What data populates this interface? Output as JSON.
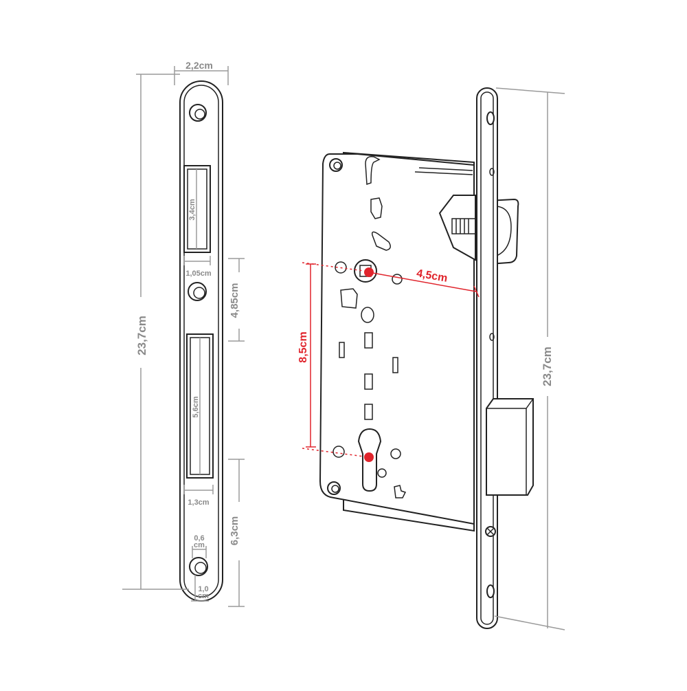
{
  "strike_plate": {
    "width_label": "2,2cm",
    "height_label": "23,7cm",
    "upper_slot_height_label": "3,4cm",
    "upper_slot_width_label": "1,05cm",
    "between_label": "4,85cm",
    "lower_slot_height_label": "5,6cm",
    "lower_slot_width_label": "1,3cm",
    "bottom_offset_label": "6,3cm",
    "hole_width_label_top": "0,6",
    "hole_width_label_bottom": "cm",
    "hole_offset_label_top": "1,0",
    "hole_offset_label_bottom": "cm"
  },
  "lock_body": {
    "height_label": "23,7cm",
    "backset_label": "4,5cm",
    "center_distance_label": "8,5cm"
  },
  "colors": {
    "outline": "#222222",
    "dimension": "#9a9a9a",
    "accent": "#e0242c"
  }
}
